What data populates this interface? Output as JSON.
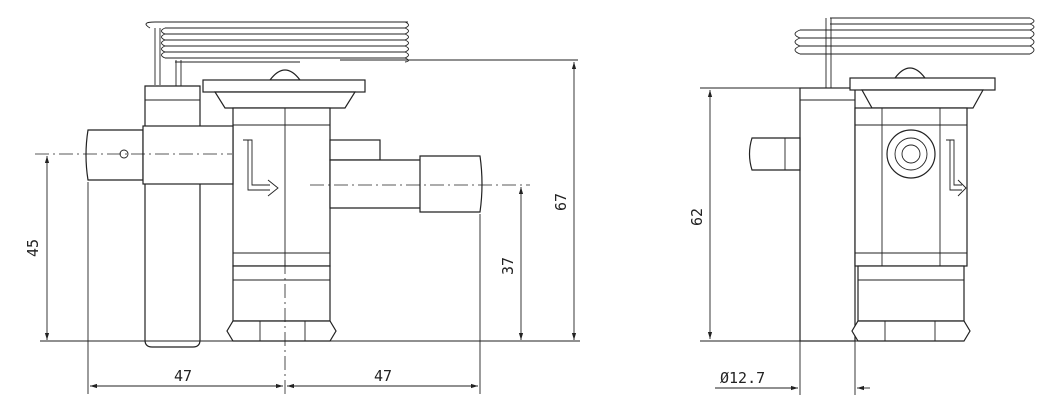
{
  "dimensions": {
    "left_height": "45",
    "outlet_height": "37",
    "total_height": "67",
    "inlet_width": "47",
    "outlet_width": "47",
    "side_height": "62",
    "bulb_diameter": "Ø12.7"
  }
}
